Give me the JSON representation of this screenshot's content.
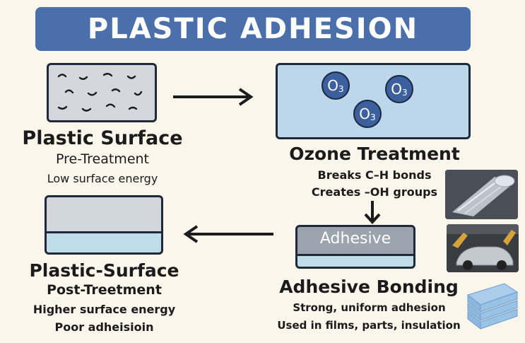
{
  "title": "PLASTIC ADHESION",
  "pre_treatment": {
    "heading": "Plastic Surface",
    "subheading": "Pre-Treatment",
    "note": "Low surface energy"
  },
  "ozone_treatment": {
    "heading": "Ozone Treatment",
    "molecule_symbol": "O",
    "molecule_subscript": "3",
    "lines": [
      "Breaks C–H bonds",
      "Creates –OH groups"
    ]
  },
  "adhesive_bonding": {
    "layer_label": "Adhesive",
    "heading": "Adhesive Bonding",
    "lines": [
      "Strong, uniform adhesion",
      "Used in films, parts, insulation"
    ]
  },
  "post_treatment": {
    "heading": "Plastic-Surface",
    "subheading": "Post-Treetment",
    "lines": [
      "Higher surface energy",
      "Poor adheisioin"
    ]
  },
  "colors": {
    "banner": "#4a6fab",
    "molecule": "#3c5f9e",
    "background": "#fbf6ec"
  },
  "icons": [
    "arrow-right-icon",
    "arrow-down-icon",
    "arrow-left-icon"
  ]
}
